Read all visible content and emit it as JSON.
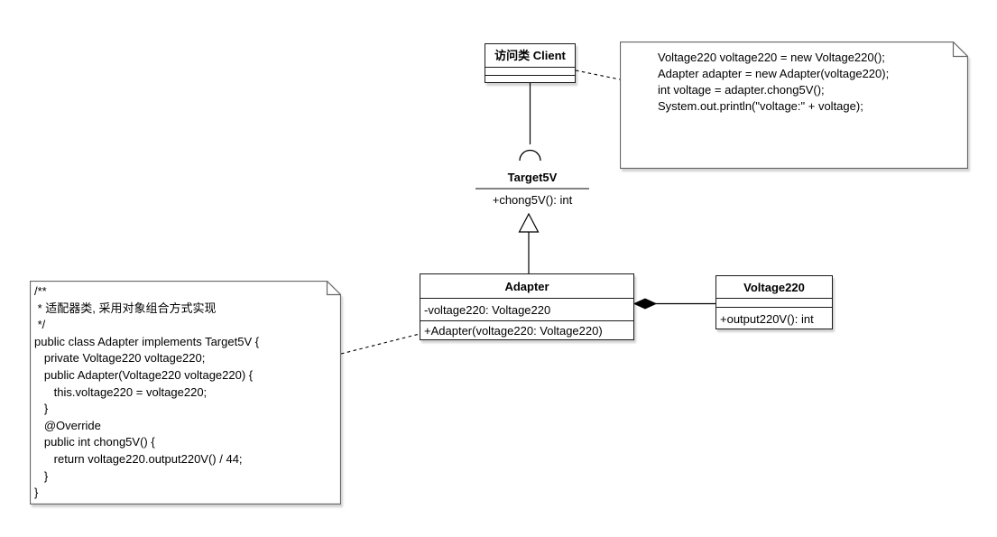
{
  "classes": {
    "client": {
      "title": "访问类 Client"
    },
    "target5v": {
      "title": "Target5V",
      "methods": [
        "+chong5V(): int"
      ]
    },
    "adapter": {
      "title": "Adapter",
      "attributes": [
        "-voltage220: Voltage220"
      ],
      "methods": [
        "+Adapter(voltage220: Voltage220)"
      ]
    },
    "voltage220": {
      "title": "Voltage220",
      "methods": [
        "+output220V(): int"
      ]
    }
  },
  "notes": {
    "client_code": {
      "lines": [
        "Voltage220 voltage220 = new Voltage220();",
        "Adapter adapter = new Adapter(voltage220);",
        "int voltage = adapter.chong5V();",
        "System.out.println(\"voltage:\" + voltage);"
      ]
    },
    "adapter_code": {
      "lines": [
        "/**",
        " * 适配器类, 采用对象组合方式实现",
        " */",
        "public class Adapter implements Target5V {",
        "   private Voltage220 voltage220;",
        "   public Adapter(Voltage220 voltage220) {",
        "      this.voltage220 = voltage220;",
        "   }",
        "   @Override",
        "   public int chong5V() {",
        "      return voltage220.output220V() / 44;",
        "   }",
        "}"
      ]
    }
  },
  "relationships": [
    {
      "type": "required-interface-socket",
      "from": "访问类 Client",
      "to": "Target5V"
    },
    {
      "type": "realization",
      "from": "Adapter",
      "to": "Target5V"
    },
    {
      "type": "composition",
      "from": "Adapter",
      "to": "Voltage220"
    },
    {
      "type": "note-link",
      "from": "client_code-note",
      "to": "访问类 Client"
    },
    {
      "type": "note-link",
      "from": "adapter_code-note",
      "to": "Adapter"
    }
  ],
  "colors": {
    "background": "#ffffff",
    "class_stroke": "#1a1a1a",
    "note_stroke": "#666666",
    "interface_divider": "#828282",
    "connector": "#000000"
  }
}
